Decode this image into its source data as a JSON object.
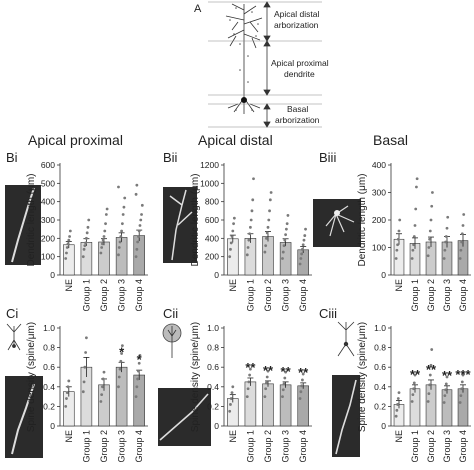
{
  "panel_a": {
    "letter": "A",
    "regions": [
      {
        "line1": "Apical distal",
        "line2": "arborization"
      },
      {
        "line1": "Apical proximal",
        "line2": "dendrite"
      },
      {
        "line1": "Basal",
        "line2": "arborization"
      }
    ]
  },
  "column_titles": [
    "Apical proximal",
    "Apical distal",
    "Basal"
  ],
  "colors": {
    "NE": "#ececec",
    "Group 1": "#dcdcdc",
    "Group 2": "#cccccc",
    "Group 3": "#bcbcbc",
    "Group 4": "#a9a9a9",
    "dots": "#7a7a7a",
    "axis": "#333333",
    "micrograph_bg": "#2b2b2b"
  },
  "chart_data": [
    {
      "id": "Bi",
      "type": "bar",
      "letter": "Bi",
      "categories": [
        "NE",
        "Group 1",
        "Group 2",
        "Group 3",
        "Group 4"
      ],
      "values": [
        165,
        178,
        180,
        205,
        215
      ],
      "errors": [
        18,
        20,
        18,
        25,
        30
      ],
      "ylabel": "Dendritic length (μm)",
      "ylim": [
        0,
        600
      ],
      "yticks": [
        "0",
        "100",
        "200",
        "300",
        "400",
        "500",
        "600"
      ],
      "significance": [
        "",
        "",
        "",
        "",
        ""
      ],
      "points": [
        [
          90,
          120,
          150,
          170,
          190,
          210,
          240
        ],
        [
          100,
          140,
          160,
          175,
          200,
          230,
          260,
          300
        ],
        [
          120,
          150,
          170,
          190,
          210,
          240,
          280,
          330,
          360
        ],
        [
          110,
          150,
          180,
          210,
          240,
          280,
          330,
          370,
          420,
          480
        ],
        [
          100,
          140,
          180,
          210,
          240,
          270,
          300,
          330,
          380,
          440,
          490
        ]
      ]
    },
    {
      "id": "Bii",
      "type": "bar",
      "letter": "Bii",
      "categories": [
        "NE",
        "Group 1",
        "Group 2",
        "Group 3",
        "Group 4"
      ],
      "values": [
        395,
        400,
        420,
        355,
        275
      ],
      "errors": [
        40,
        50,
        55,
        40,
        35
      ],
      "ylabel": "Dendritic length (μm)",
      "ylim": [
        0,
        1200
      ],
      "yticks": [
        "0",
        "200",
        "400",
        "600",
        "800",
        "1000",
        "1200"
      ],
      "significance": [
        "",
        "",
        "",
        "",
        ""
      ],
      "points": [
        [
          200,
          280,
          350,
          420,
          480,
          560,
          620
        ],
        [
          220,
          300,
          380,
          450,
          520,
          600,
          700,
          820,
          1050
        ],
        [
          250,
          320,
          400,
          460,
          520,
          600,
          700,
          820,
          900
        ],
        [
          180,
          250,
          320,
          380,
          440,
          500,
          560,
          650
        ],
        [
          120,
          180,
          230,
          280,
          330,
          380,
          430,
          500
        ]
      ]
    },
    {
      "id": "Biii",
      "type": "bar",
      "letter": "Biii",
      "categories": [
        "NE",
        "Group 1",
        "Group 2",
        "Group 3",
        "Group 4"
      ],
      "values": [
        130,
        115,
        120,
        120,
        125
      ],
      "errors": [
        20,
        20,
        18,
        20,
        22
      ],
      "ylabel": "Dendritic length (μm)",
      "ylim": [
        0,
        400
      ],
      "yticks": [
        "0",
        "100",
        "200",
        "300",
        "400"
      ],
      "significance": [
        "",
        "",
        "",
        "",
        ""
      ],
      "points": [
        [
          60,
          90,
          110,
          130,
          160,
          200
        ],
        [
          60,
          90,
          110,
          140,
          180,
          240,
          320,
          350
        ],
        [
          70,
          100,
          130,
          160,
          200,
          250,
          300
        ],
        [
          60,
          90,
          120,
          140,
          170,
          210
        ],
        [
          60,
          90,
          120,
          150,
          180,
          220
        ]
      ]
    },
    {
      "id": "Ci",
      "type": "bar",
      "letter": "Ci",
      "categories": [
        "NE",
        "Group 1",
        "Group 2",
        "Group 3",
        "Group 4"
      ],
      "values": [
        0.35,
        0.6,
        0.42,
        0.6,
        0.52
      ],
      "errors": [
        0.05,
        0.1,
        0.06,
        0.05,
        0.05
      ],
      "ylabel": "Spine density (spine/μm)",
      "ylim": [
        0,
        1.0
      ],
      "yticks": [
        "0",
        "0.2",
        "0.4",
        "0.6",
        "0.8",
        "1.0"
      ],
      "significance": [
        "",
        "",
        "",
        "*",
        "*"
      ],
      "points": [
        [
          0.2,
          0.28,
          0.34,
          0.4,
          0.46
        ],
        [
          0.35,
          0.45,
          0.6,
          0.75,
          0.9
        ],
        [
          0.25,
          0.32,
          0.4,
          0.48,
          0.55
        ],
        [
          0.4,
          0.5,
          0.58,
          0.66,
          0.74,
          0.82
        ],
        [
          0.3,
          0.4,
          0.48,
          0.56,
          0.64,
          0.72
        ]
      ]
    },
    {
      "id": "Cii",
      "type": "bar",
      "letter": "Cii",
      "categories": [
        "NE",
        "Group 1",
        "Group 2",
        "Group 3",
        "Group 4"
      ],
      "values": [
        0.28,
        0.45,
        0.43,
        0.42,
        0.41
      ],
      "errors": [
        0.04,
        0.04,
        0.03,
        0.03,
        0.03
      ],
      "ylabel": "Spine density (spine/μm)",
      "ylim": [
        0,
        1.0
      ],
      "yticks": [
        "0",
        "0.2",
        "0.4",
        "0.6",
        "0.8",
        "1.0"
      ],
      "significance": [
        "",
        "**",
        "**",
        "**",
        "**"
      ],
      "points": [
        [
          0.15,
          0.22,
          0.28,
          0.34,
          0.4
        ],
        [
          0.3,
          0.38,
          0.45,
          0.52,
          0.58
        ],
        [
          0.3,
          0.38,
          0.44,
          0.5,
          0.56
        ],
        [
          0.3,
          0.37,
          0.43,
          0.49,
          0.55
        ],
        [
          0.28,
          0.35,
          0.41,
          0.47,
          0.53
        ]
      ]
    },
    {
      "id": "Ciii",
      "type": "bar",
      "letter": "Ciii",
      "categories": [
        "NE",
        "Group 1",
        "Group 2",
        "Group 3",
        "Group 4"
      ],
      "values": [
        0.22,
        0.38,
        0.42,
        0.37,
        0.38
      ],
      "errors": [
        0.04,
        0.04,
        0.05,
        0.04,
        0.04
      ],
      "ylabel": "Spine density (spine/μm)",
      "ylim": [
        0,
        1.0
      ],
      "yticks": [
        "0",
        "0.2",
        "0.4",
        "0.6",
        "0.8",
        "1.0"
      ],
      "significance": [
        "",
        "**",
        "**",
        "**",
        "***"
      ],
      "points": [
        [
          0.1,
          0.16,
          0.22,
          0.28,
          0.34
        ],
        [
          0.25,
          0.32,
          0.38,
          0.44,
          0.52
        ],
        [
          0.25,
          0.33,
          0.42,
          0.52,
          0.62,
          0.78
        ],
        [
          0.24,
          0.31,
          0.37,
          0.43,
          0.5
        ],
        [
          0.24,
          0.31,
          0.38,
          0.45,
          0.52
        ]
      ]
    }
  ]
}
